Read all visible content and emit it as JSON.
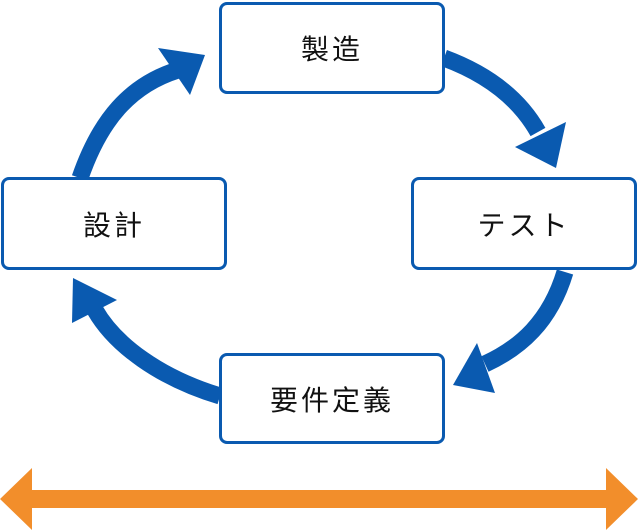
{
  "nodes": {
    "manufacturing": "製造",
    "test": "テスト",
    "requirements": "要件定義",
    "design": "設計"
  },
  "colors": {
    "cycle_arrow": "#0a5ab0",
    "box_border": "#0a5ab0",
    "timeline_arrow": "#f28e2b"
  }
}
